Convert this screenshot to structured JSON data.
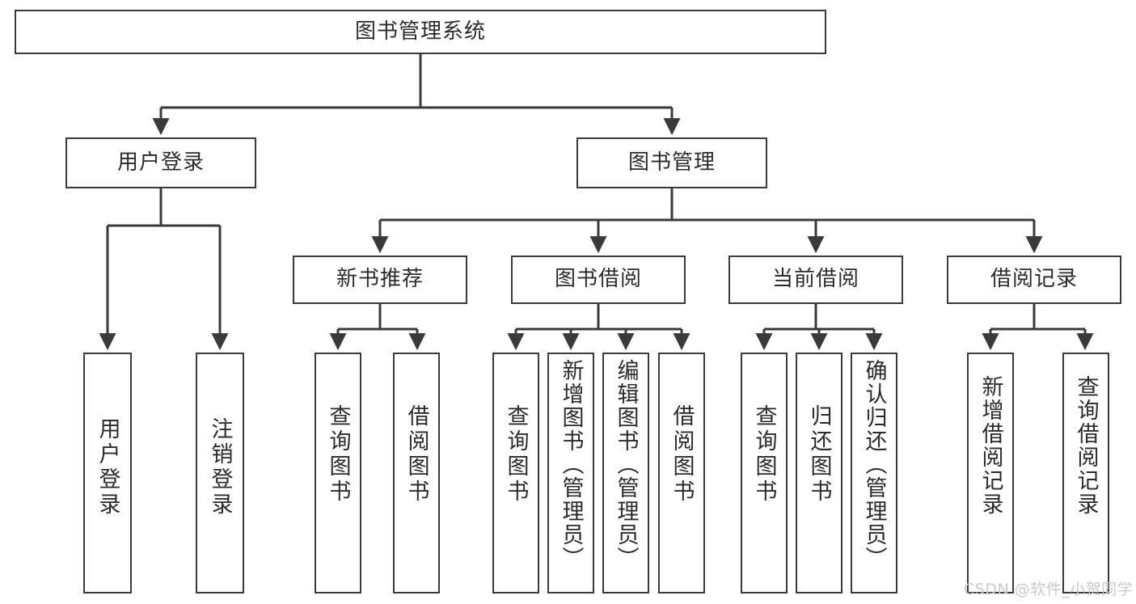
{
  "diagram": {
    "title": "图书管理系统",
    "type": "tree",
    "orientation": "top-down",
    "colors": {
      "box_border": "#3a3a3a",
      "box_fill": "#ffffff",
      "edge": "#3a3a3a",
      "text": "#2b2b2b",
      "watermark": "#c9c9c9",
      "background": "#ffffff"
    },
    "watermark": "CSDN @软件_小贺同学"
  },
  "nodes": {
    "root": {
      "label": "图书管理系统"
    },
    "level2": [
      {
        "id": "user-login",
        "label": "用户登录"
      },
      {
        "id": "book-manage",
        "label": "图书管理"
      }
    ],
    "level3": [
      {
        "id": "new-book-recommend",
        "label": "新书推荐"
      },
      {
        "id": "book-borrow",
        "label": "图书借阅"
      },
      {
        "id": "current-borrow",
        "label": "当前借阅"
      },
      {
        "id": "borrow-record",
        "label": "借阅记录"
      }
    ],
    "leaves": {
      "user-login": [
        {
          "id": "leaf-user-login",
          "label": "用户登录"
        },
        {
          "id": "leaf-logout-login",
          "label": "注销登录"
        }
      ],
      "new-book-recommend": [
        {
          "id": "leaf-query-book-1",
          "label": "查询图书"
        },
        {
          "id": "leaf-borrow-book-1",
          "label": "借阅图书"
        }
      ],
      "book-borrow": [
        {
          "id": "leaf-query-book-2",
          "label": "查询图书"
        },
        {
          "id": "leaf-add-book-admin",
          "label": "新增图书（管理员）"
        },
        {
          "id": "leaf-edit-book-admin",
          "label": "编辑图书（管理员）"
        },
        {
          "id": "leaf-borrow-book-2",
          "label": "借阅图书"
        }
      ],
      "current-borrow": [
        {
          "id": "leaf-query-book-3",
          "label": "查询图书"
        },
        {
          "id": "leaf-return-book",
          "label": "归还图书"
        },
        {
          "id": "leaf-confirm-return-admin",
          "label": "确认归还（管理员）"
        }
      ],
      "borrow-record": [
        {
          "id": "leaf-add-borrow-record",
          "label": "新增借阅记录"
        },
        {
          "id": "leaf-query-borrow-record",
          "label": "查询借阅记录"
        }
      ]
    }
  }
}
